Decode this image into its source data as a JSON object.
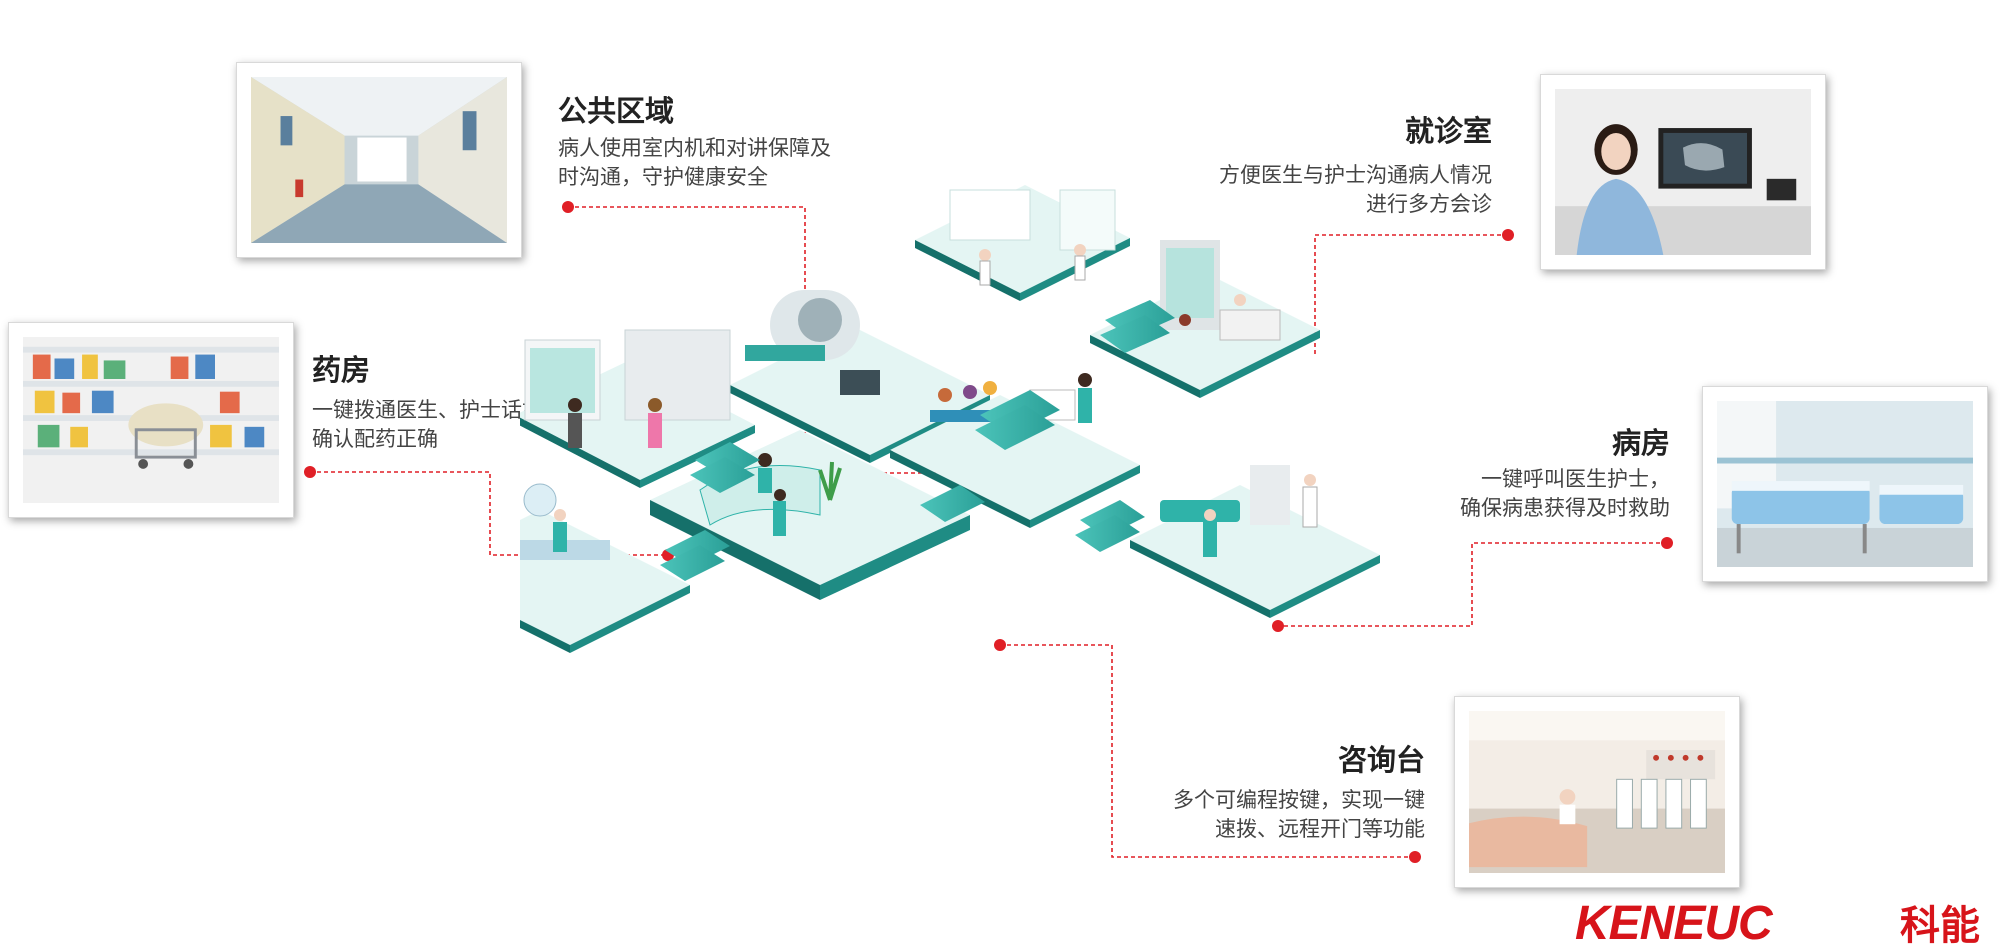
{
  "areas": {
    "public": {
      "title": "公共区域",
      "desc1": "病人使用室内机和对讲保障及",
      "desc2": "时沟通，守护健康安全"
    },
    "pharmacy": {
      "title": "药房",
      "desc1": "一键拨通医生、护士话机，",
      "desc2": "确认配药正确"
    },
    "clinic": {
      "title": "就诊室",
      "desc1": "方便医生与护士沟通病人情况",
      "desc2": "进行多方会诊"
    },
    "ward": {
      "title": "病房",
      "desc1": "一键呼叫医生护士，",
      "desc2": "确保病患获得及时救助"
    },
    "info_desk": {
      "title": "咨询台",
      "desc1": "多个可编程按键，实现一键",
      "desc2": "速拨、远程开门等功能"
    }
  },
  "brand": {
    "latin": "KENEUC",
    "cn": "科能"
  },
  "colors": {
    "teal": "#2fb3a9",
    "dark_teal": "#15706a",
    "floor": "#e4f5f3",
    "accent": "#e01f26",
    "brand_red": "#d7141a"
  },
  "icons": [
    "corridor-photo",
    "pharmacy-photo",
    "doctor-photo",
    "ward-photo",
    "reception-photo",
    "isometric-hospital"
  ]
}
